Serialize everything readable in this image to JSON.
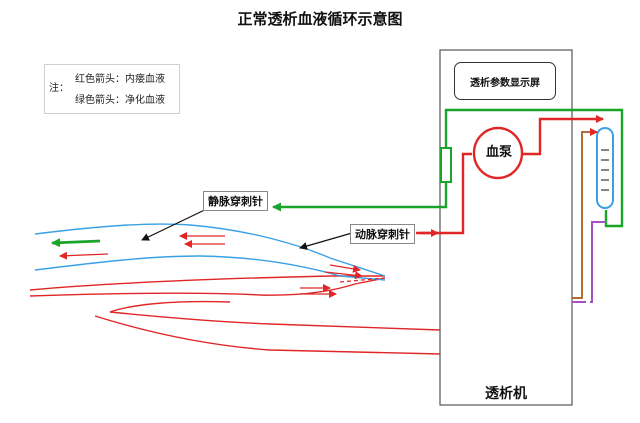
{
  "diagram": {
    "title": "正常透析血液循环示意图",
    "legend_prefix": "注：",
    "legend_red": "红色箭头：内瘘血液",
    "legend_green": "绿色箭头：净化血液",
    "venous_needle": "静脉穿刺针",
    "arterial_needle": "动脉穿刺针",
    "pump_label": "血泵",
    "display_label": "透析参数显示屏",
    "machine_label": "透析机",
    "colors": {
      "arterial_red": "#e02626",
      "venous_green": "#1aa52a",
      "vessel_blue": "#3aa0e6",
      "brown_line": "#b56a3a",
      "purple_line": "#a64fc7",
      "machine_border": "#555555"
    }
  }
}
